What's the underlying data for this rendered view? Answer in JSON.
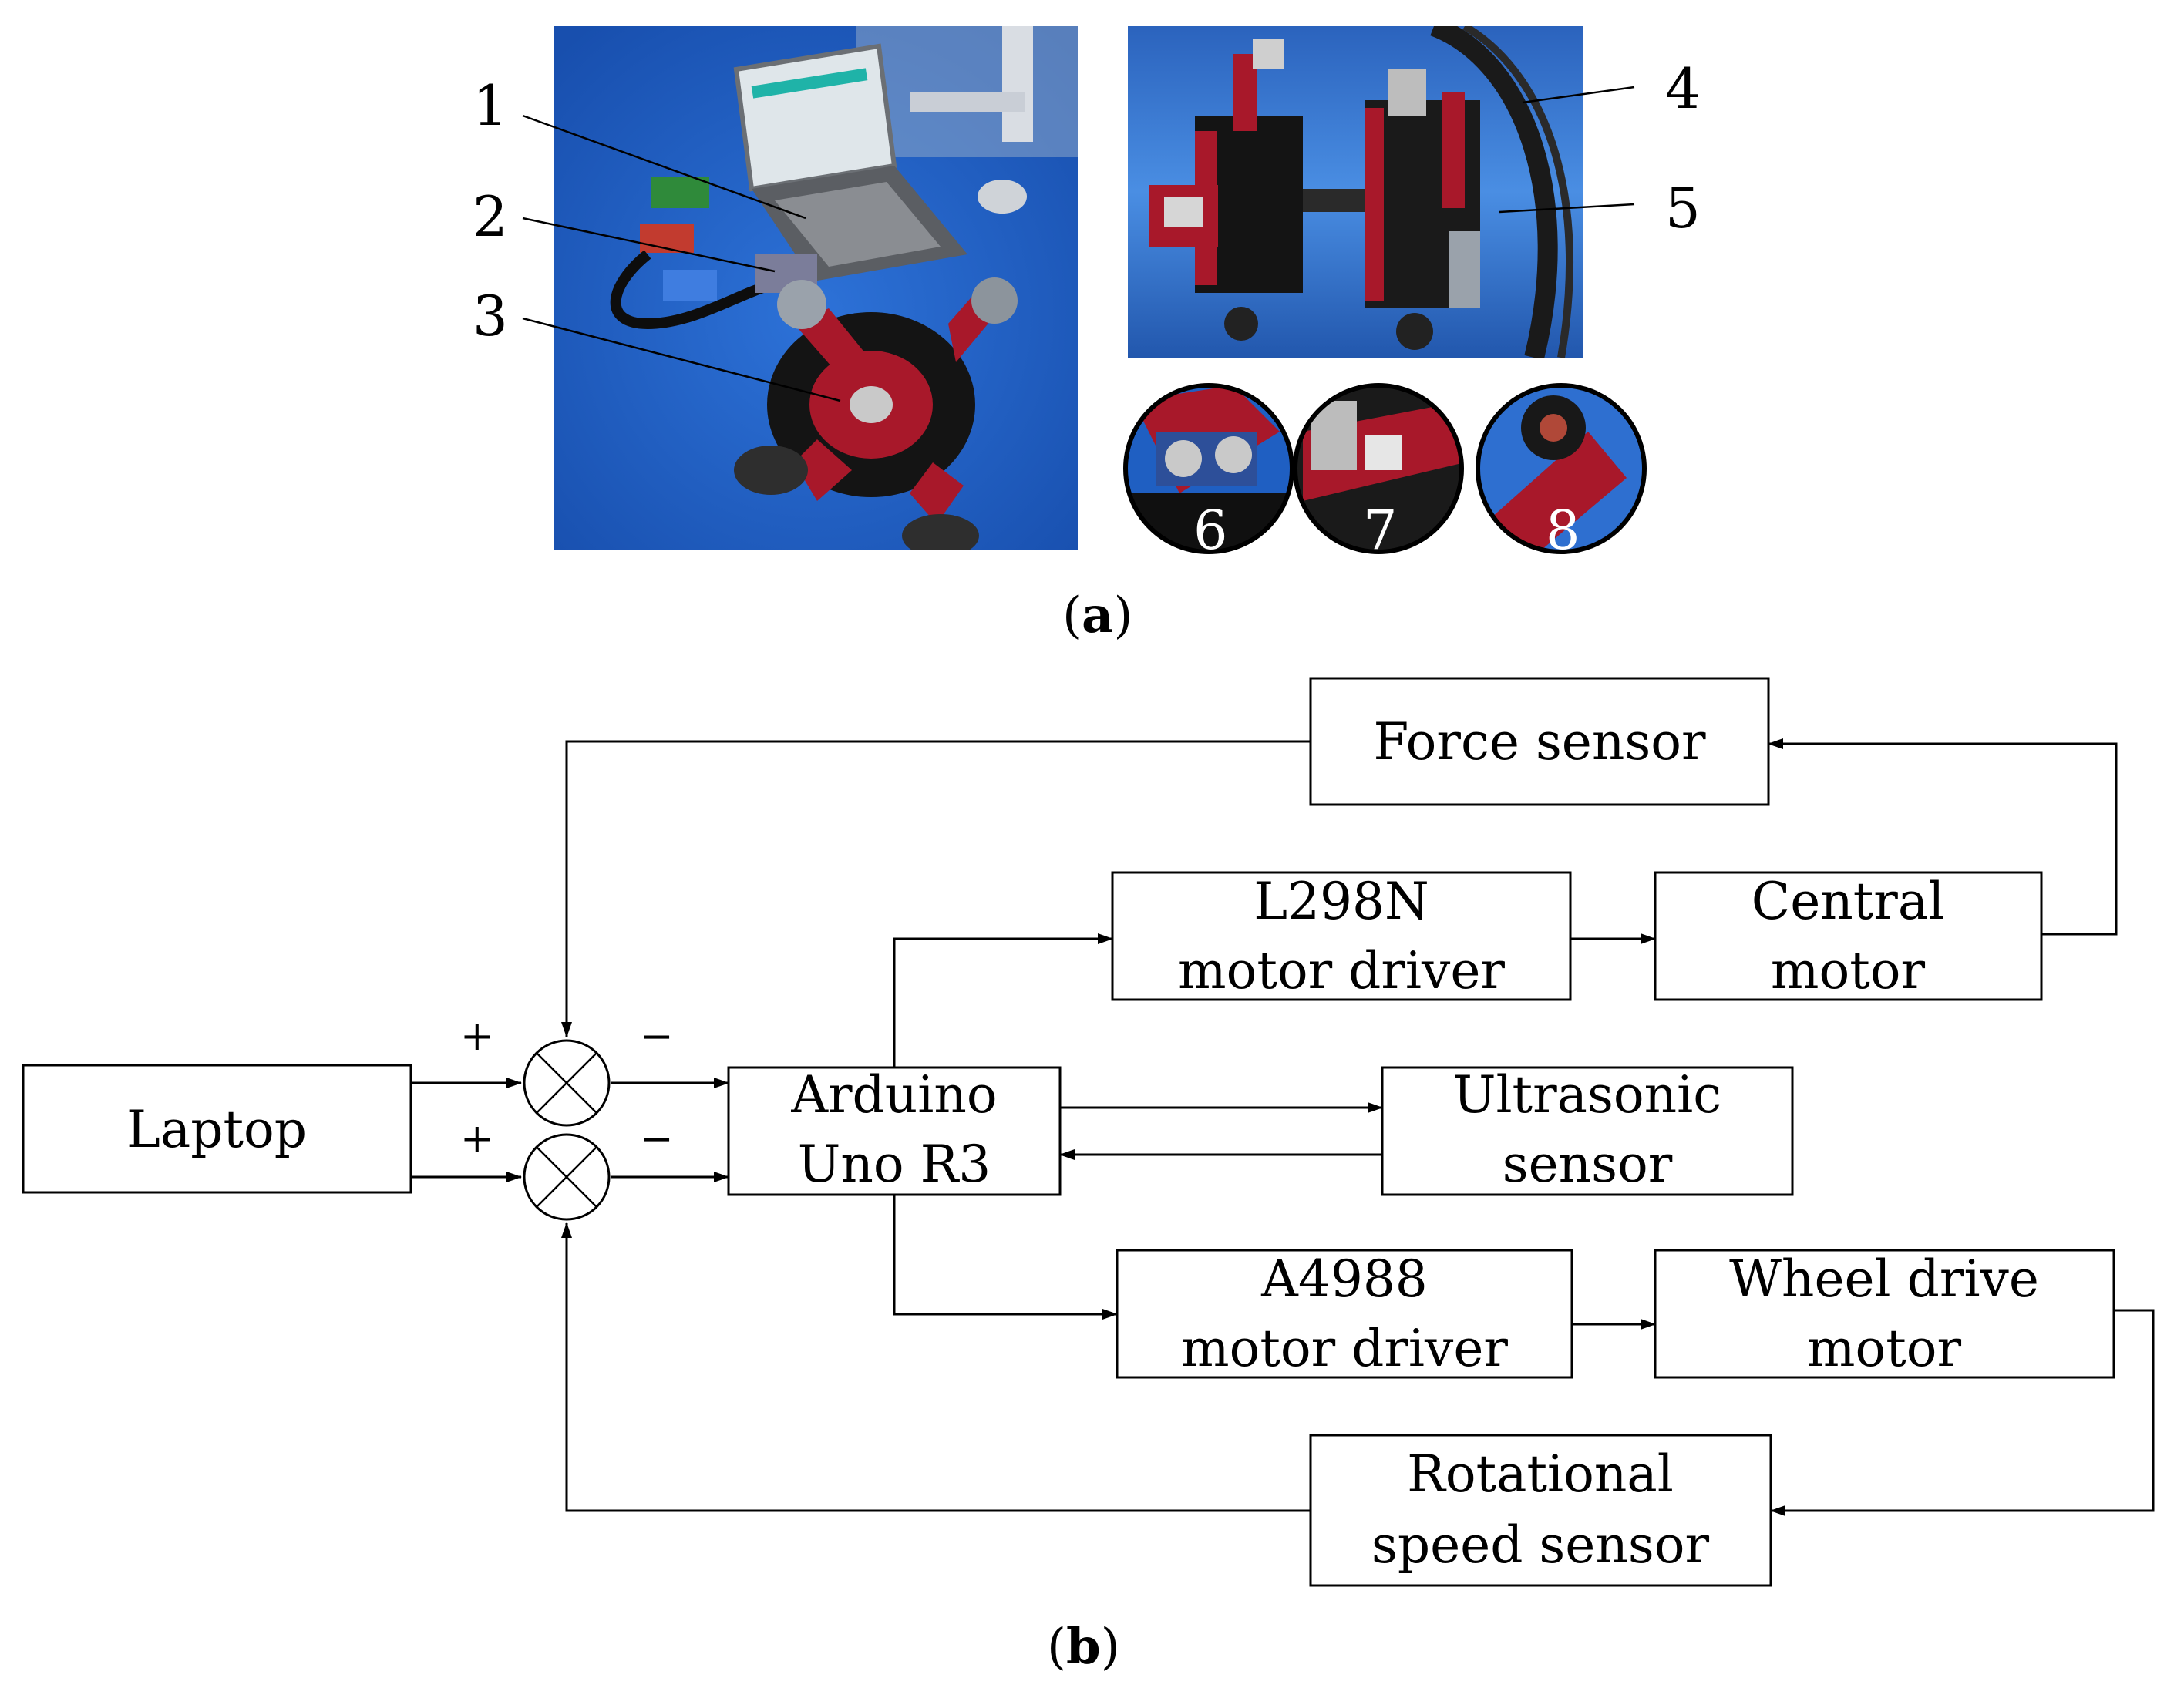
{
  "panel_a": {
    "caption": {
      "open": "(",
      "letter": "a",
      "close": ")"
    },
    "callouts": [
      "1",
      "2",
      "3",
      "4",
      "5"
    ],
    "insets": [
      "6",
      "7",
      "8"
    ]
  },
  "panel_b": {
    "caption": {
      "open": "(",
      "letter": "b",
      "close": ")"
    },
    "blocks": {
      "laptop": [
        "Laptop"
      ],
      "arduino": [
        "Arduino",
        "Uno R3"
      ],
      "force_sensor": [
        "Force sensor"
      ],
      "l298n": [
        "L298N",
        "motor driver"
      ],
      "central_motor": [
        "Central",
        "motor"
      ],
      "ultrasonic": [
        "Ultrasonic",
        "sensor"
      ],
      "a4988": [
        "A4988",
        "motor driver"
      ],
      "wheel_motor": [
        "Wheel drive",
        "motor"
      ],
      "speed_sensor": [
        "Rotational",
        "speed sensor"
      ]
    },
    "signs": {
      "plus_top": "+",
      "minus_top": "−",
      "plus_bottom": "+",
      "minus_bottom": "−"
    }
  },
  "colors": {
    "floor_blue": "#1f5fc2",
    "robot_red": "#a8182a",
    "robot_black": "#141414",
    "pipe_blue": "#3f7fd8"
  }
}
